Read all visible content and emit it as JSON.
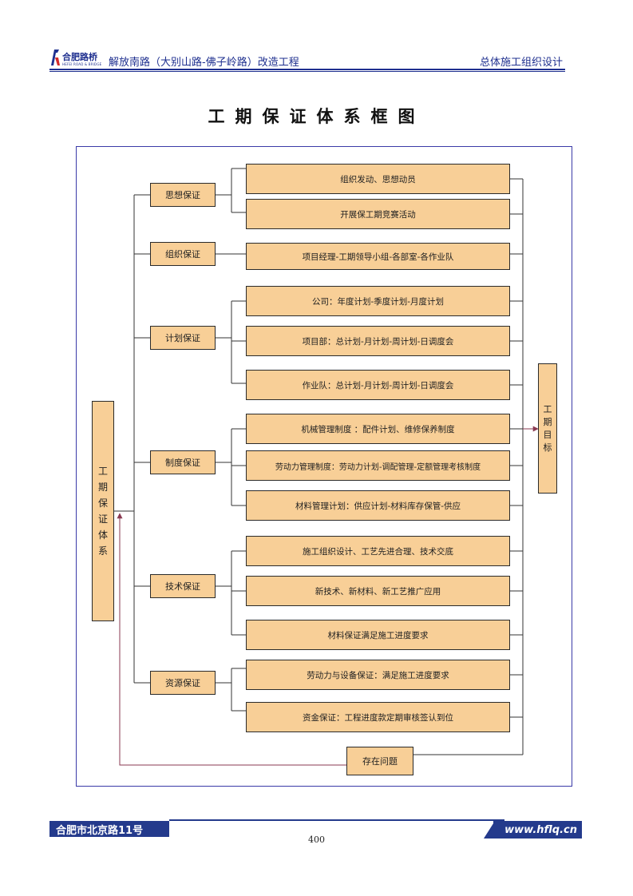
{
  "header": {
    "logo_cn": "合肥路桥",
    "logo_en": "HEFEI ROAD & BRIDGE",
    "project": "解放南路（大别山路-佛子岭路）改造工程",
    "section": "总体施工组织设计"
  },
  "title": "工期保证体系框图",
  "diagram": {
    "root": [
      "工",
      "期",
      "保",
      "证",
      "体",
      "系"
    ],
    "target": [
      "工",
      "期",
      "目",
      "标"
    ],
    "issue": "存在问题",
    "categories": [
      {
        "label": "思想保证",
        "items": [
          "组织发动、思想动员",
          "开展保工期竞赛活动"
        ]
      },
      {
        "label": "组织保证",
        "items": [
          "项目经理-工期领导小组-各部室-各作业队"
        ]
      },
      {
        "label": "计划保证",
        "items": [
          "公司：年度计划-季度计划-月度计划",
          "项目部：总计划-月计划-周计划-日调度会",
          "作业队：总计划-月计划-周计划-日调度会"
        ]
      },
      {
        "label": "制度保证",
        "items": [
          "机械管理制度 ：配件计划、维修保养制度",
          "劳动力管理制度：劳动力计划-调配管理-定额管理考核制度",
          "材料管理计划：供应计划-材料库存保管-供应"
        ]
      },
      {
        "label": "技术保证",
        "items": [
          "施工组织设计、工艺先进合理、技术交底",
          "新技术、新材料、新工艺推广应用",
          "材料保证满足施工进度要求"
        ]
      },
      {
        "label": "资源保证",
        "items": [
          "劳动力与设备保证：满足施工进度要求",
          "资金保证：工程进度款定期审核签认到位"
        ]
      }
    ]
  },
  "footer": {
    "address": "合肥市北京路11号",
    "website": "www.hflq.cn",
    "page": "400"
  },
  "colors": {
    "box_fill": "#f8cf97",
    "brand_blue": "#1e2f8f",
    "arrow": "#8a3a52"
  }
}
